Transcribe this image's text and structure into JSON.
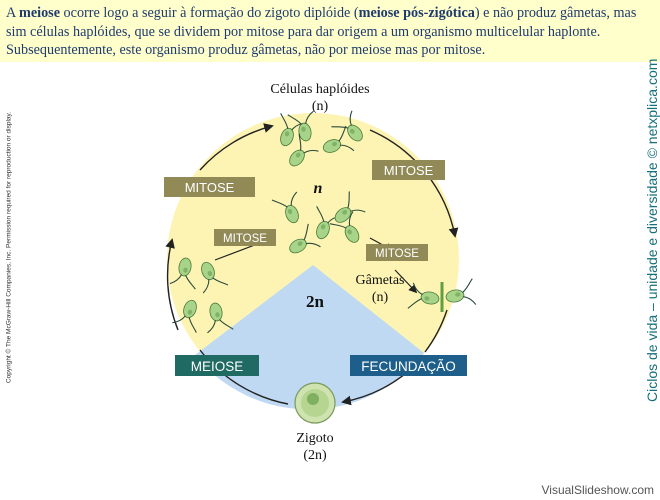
{
  "intro": {
    "p1": "A ",
    "meiose": "meiose",
    "p2": " ocorre logo a seguir à formação do zigoto diplóide (",
    "meiose_pos": "meiose pós-zigótica",
    "p3": ") e não produz gâmetas, mas sim células haplóides, que se dividem por mitose para dar origem a um organismo multicelular haplonte. Subsequentemente, este organismo produz gâmetas, não por meiose mas por mitose."
  },
  "copyright": "Copyright © The McGraw-Hill Companies, Inc. Permission required for reproduction or display.",
  "side_caption": "Ciclos de vida – unidade e diversidade © netxplica.com",
  "footer": "VisualSlideshow.com",
  "diagram": {
    "celulas_haploides": "Células haplóides",
    "celulas_n": "(n)",
    "n_label": "n",
    "two_n": "2n",
    "two_n_n": "n",
    "gametas": "Gâmetas",
    "gametas_n": "(n)",
    "zigoto": "Zigoto",
    "zigoto_2n": "(2n)",
    "mitose_left": "MITOSE",
    "mitose_right": "MITOSE",
    "mitose_inner": "MITOSE",
    "mitose_small": "MITOSE",
    "meiose": "MEIOSE",
    "fecundacao": "FECUNDAÇÃO"
  },
  "colors": {
    "haploid_fill": "#fdf4b4",
    "diploid_fill": "#bfd9f2",
    "mitose_box": "#918a57",
    "meiose_box": "#1f6a63",
    "fecundacao_box": "#1d5f8a",
    "cell_green": "#a8d48a",
    "text_blue": "#1f3b6e",
    "caption_teal": "#14707a"
  }
}
